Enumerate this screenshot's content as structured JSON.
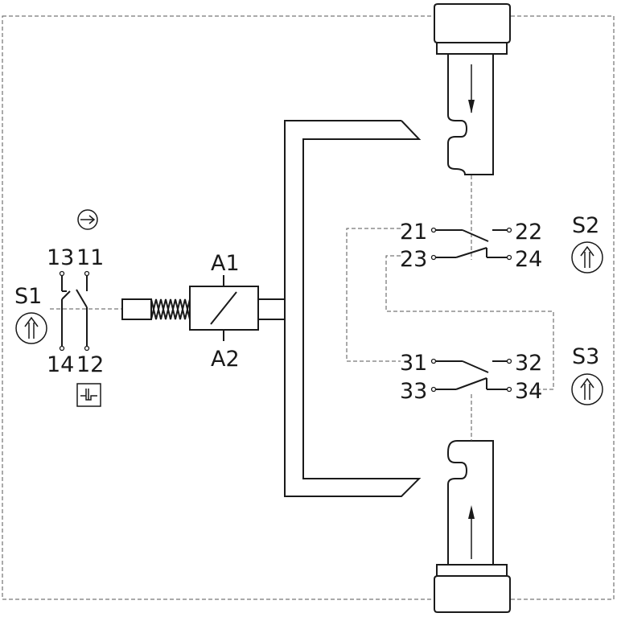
{
  "diagram": {
    "line_color": "#1a1a1a",
    "dash_color": "#555555",
    "background": "#ffffff",
    "switch_s1": {
      "name": "S1",
      "terminals": {
        "t13": "13",
        "t11": "11",
        "t14": "14",
        "t12": "12"
      },
      "icon_top": "rotate-arrow-icon",
      "icon_side": "up-arrow-circle-icon",
      "icon_bottom": "mechanism-square-icon"
    },
    "solenoid": {
      "a1": "A1",
      "a2": "A2"
    },
    "switch_s2": {
      "name": "S2",
      "terminals": {
        "t21": "21",
        "t22": "22",
        "t23": "23",
        "t24": "24"
      },
      "icon": "up-arrow-circle-icon"
    },
    "switch_s3": {
      "name": "S3",
      "terminals": {
        "t31": "31",
        "t32": "32",
        "t33": "33",
        "t34": "34"
      },
      "icon": "up-arrow-circle-icon"
    }
  }
}
